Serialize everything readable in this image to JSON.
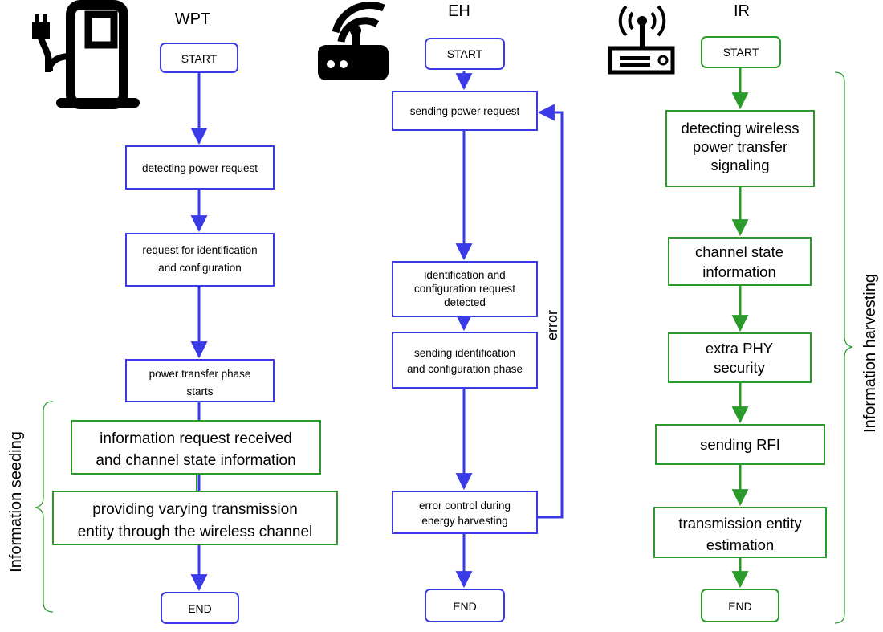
{
  "colors": {
    "blue": "#3a3ae6",
    "green": "#2a9a2a",
    "bracket": "#2a9a2a",
    "text": "#000000",
    "icon": "#000000"
  },
  "columns": {
    "wpt": {
      "title": "WPT",
      "icon": "ev-charger-icon",
      "start": "START",
      "steps": [
        "detecting power request",
        "request for identification\nand configuration",
        "power transfer phase\nstarts"
      ],
      "green_steps": [
        "information request received\nand channel state information",
        "providing varying transmission\nentity through the wireless channel"
      ],
      "end": "END"
    },
    "eh": {
      "title": "EH",
      "icon": "router-icon",
      "start": "START",
      "steps": [
        "sending power request",
        "identification and\nconfiguration request\ndetected",
        "sending identification\nand configuration phase",
        "error control during\nenergy harvesting"
      ],
      "loop_label": "error",
      "end": "END"
    },
    "ir": {
      "title": "IR",
      "icon": "antenna-receiver-icon",
      "start": "START",
      "steps": [
        "detecting wireless\npower transfer\nsignaling",
        "channel state\ninformation",
        "extra PHY\nsecurity",
        "sending RFI",
        "transmission entity\nestimation"
      ],
      "end": "END"
    }
  },
  "side_labels": {
    "left": "Information seeding",
    "right": "Information harvesting"
  }
}
